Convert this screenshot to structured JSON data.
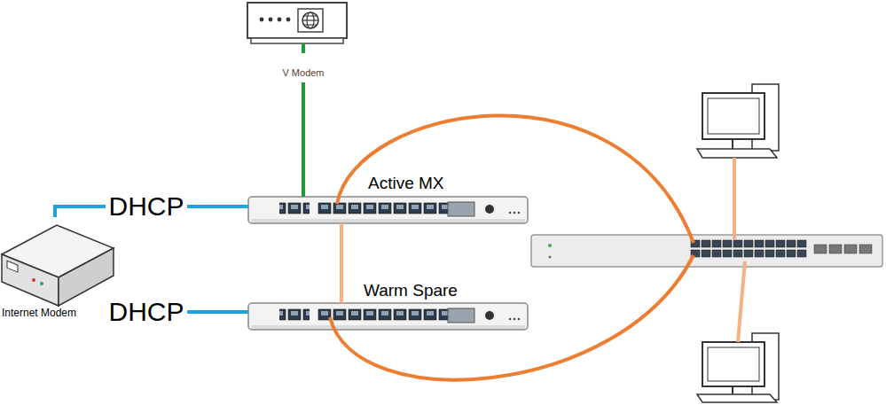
{
  "diagram": {
    "nodes": [
      {
        "text": [
          "V Modem"
        ]
      },
      {
        "text": [
          "Internet Modem"
        ]
      },
      {
        "text": [
          "Active MX"
        ]
      },
      {
        "text": [
          "Warm Spare"
        ]
      }
    ],
    "edges": [
      {
        "from": 1,
        "to": 2,
        "arrow": "none",
        "label": "DHCP"
      },
      {
        "from": 1,
        "to": 3,
        "arrow": "none",
        "label": "DHCP"
      },
      {
        "from": 0,
        "to": 2,
        "arrow": "none"
      },
      {
        "from": 2,
        "to": 3,
        "arrow": "none"
      }
    ]
  }
}
